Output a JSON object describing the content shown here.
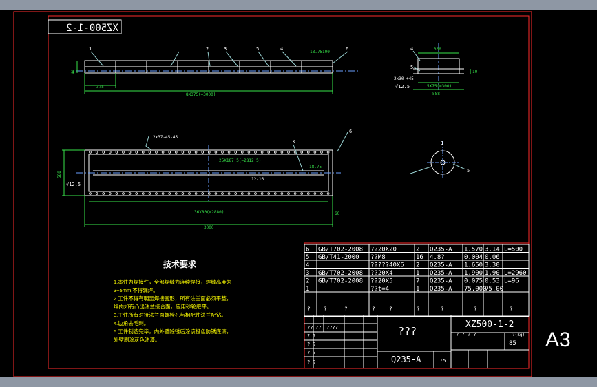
{
  "drawing": {
    "stamp": "XZ500-1-2",
    "sheet_size": "A3"
  },
  "colors": {
    "frame": "#ff2b2b",
    "line": "#ffffff",
    "dim": "#37e34a",
    "leader": "#9ad4d4",
    "text": "#ffff00",
    "center": "#6aa0ff"
  },
  "top_view": {
    "dims": [
      "375",
      "8X375(=3000)",
      "18.75",
      "100",
      "44"
    ],
    "labels": [
      "1",
      "2",
      "3",
      "5",
      "4",
      "6"
    ]
  },
  "end_view": {
    "dims": [
      "300",
      "10",
      "588",
      "5X75(=300)",
      "12.5"
    ],
    "labels": [
      "4",
      "5"
    ],
    "annotations": [
      "2x30 +45",
      "√12.5"
    ]
  },
  "front_view": {
    "dims": [
      "3000",
      "36X80(=2880)",
      "25X187.5(=2812.5)",
      "18.75",
      "588",
      "60"
    ],
    "labels": [
      "3",
      "6"
    ],
    "annotations": [
      "2x37-45-45",
      "12-16",
      "√12.5"
    ]
  },
  "section_view": {
    "labels": [
      "1",
      "5"
    ]
  },
  "tech_req": {
    "title": "技术要求",
    "items": [
      "1.本件为焊接件，全部焊缝为连续焊接，焊缝高度为",
      "3~5mm,不得漏焊。",
      "2.工件不得有明显焊接变形，所有法兰面必须平整，",
      "焊肉如有凸出法兰接合面，应用砂轮磨平。",
      "3.工件所有对接法兰面螺栓孔与相配件法兰配钻。",
      "4.边角去毛刺。",
      "5.工件制造完毕，内外壁除锈后涂该橙色防锈底漆，",
      "外壁刷涂灰色油漆。"
    ]
  },
  "bom": [
    {
      "no": "6",
      "code": "GB/T702-2008",
      "name": "??20X20",
      "qty": "2",
      "mat": "Q235-A",
      "unit": "1.570",
      "total": "3.14",
      "note": "L=500"
    },
    {
      "no": "5",
      "code": "GB/T41-2000",
      "name": "??M8",
      "qty": "16",
      "mat": "4.8?",
      "unit": "0.004",
      "total": "0.06",
      "note": ""
    },
    {
      "no": "4",
      "code": "",
      "name": "?????40X6",
      "qty": "2",
      "mat": "Q235-A",
      "unit": "1.650",
      "total": "3.30",
      "note": ""
    },
    {
      "no": "3",
      "code": "GB/T702-2008",
      "name": "??20X4",
      "qty": "1",
      "mat": "Q235-A",
      "unit": "1.900",
      "total": "1.90",
      "note": "L=2960"
    },
    {
      "no": "2",
      "code": "GB/T702-2008",
      "name": "??20X5",
      "qty": "7",
      "mat": "Q235-A",
      "unit": "0.075",
      "total": "0.53",
      "note": "L=96"
    },
    {
      "no": "1",
      "code": "",
      "name": "??t=4",
      "qty": "1",
      "mat": "Q235-A",
      "unit": "75.000",
      "total": "75.00",
      "note": ""
    }
  ],
  "bom_header": [
    "?",
    "?",
    "?",
    "?",
    "?",
    "?",
    "?",
    "?",
    "?"
  ],
  "title_block": {
    "part_name": "???",
    "drawing_no": "XZ500-1-2",
    "material": "Q235-A",
    "weight": "85",
    "scale": "1:5",
    "weight_label": "?(kg)",
    "row_marks": [
      "??",
      "??",
      "????",
      "? ?",
      "? ?",
      "? ?",
      "? ?"
    ],
    "stage_marks": "? ? ? ?"
  }
}
